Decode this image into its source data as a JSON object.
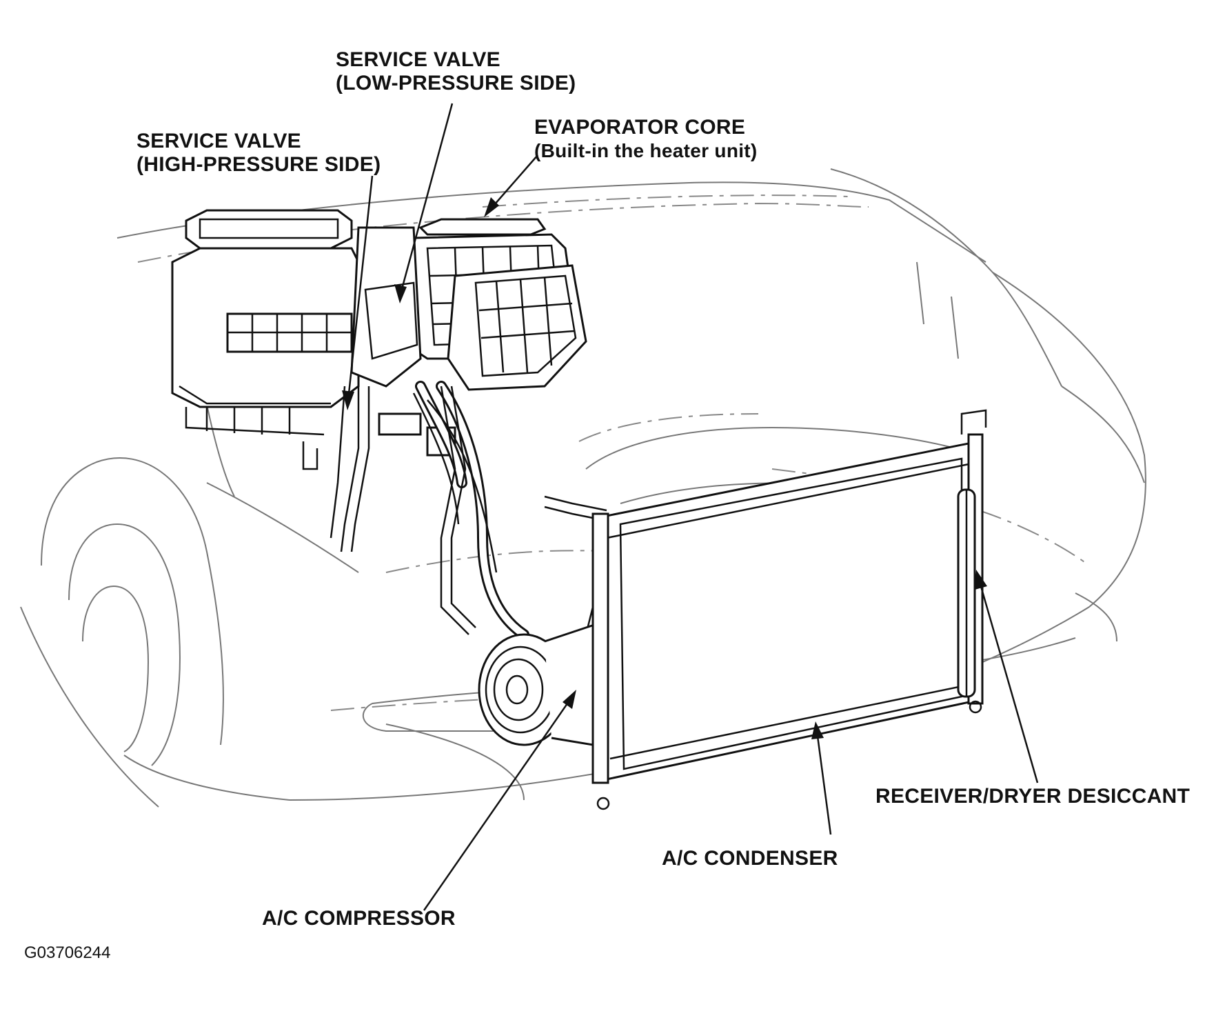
{
  "labels": {
    "service_valve_low_line1": "SERVICE VALVE",
    "service_valve_low_line2": "(LOW-PRESSURE SIDE)",
    "service_valve_high_line1": "SERVICE VALVE",
    "service_valve_high_line2": "(HIGH-PRESSURE SIDE)",
    "evaporator_line1": "EVAPORATOR CORE",
    "evaporator_line2": "(Built-in the heater unit)",
    "receiver_dryer": "RECEIVER/DRYER DESICCANT",
    "condenser": "A/C CONDENSER",
    "compressor": "A/C COMPRESSOR",
    "figure_code": "G03706244"
  }
}
